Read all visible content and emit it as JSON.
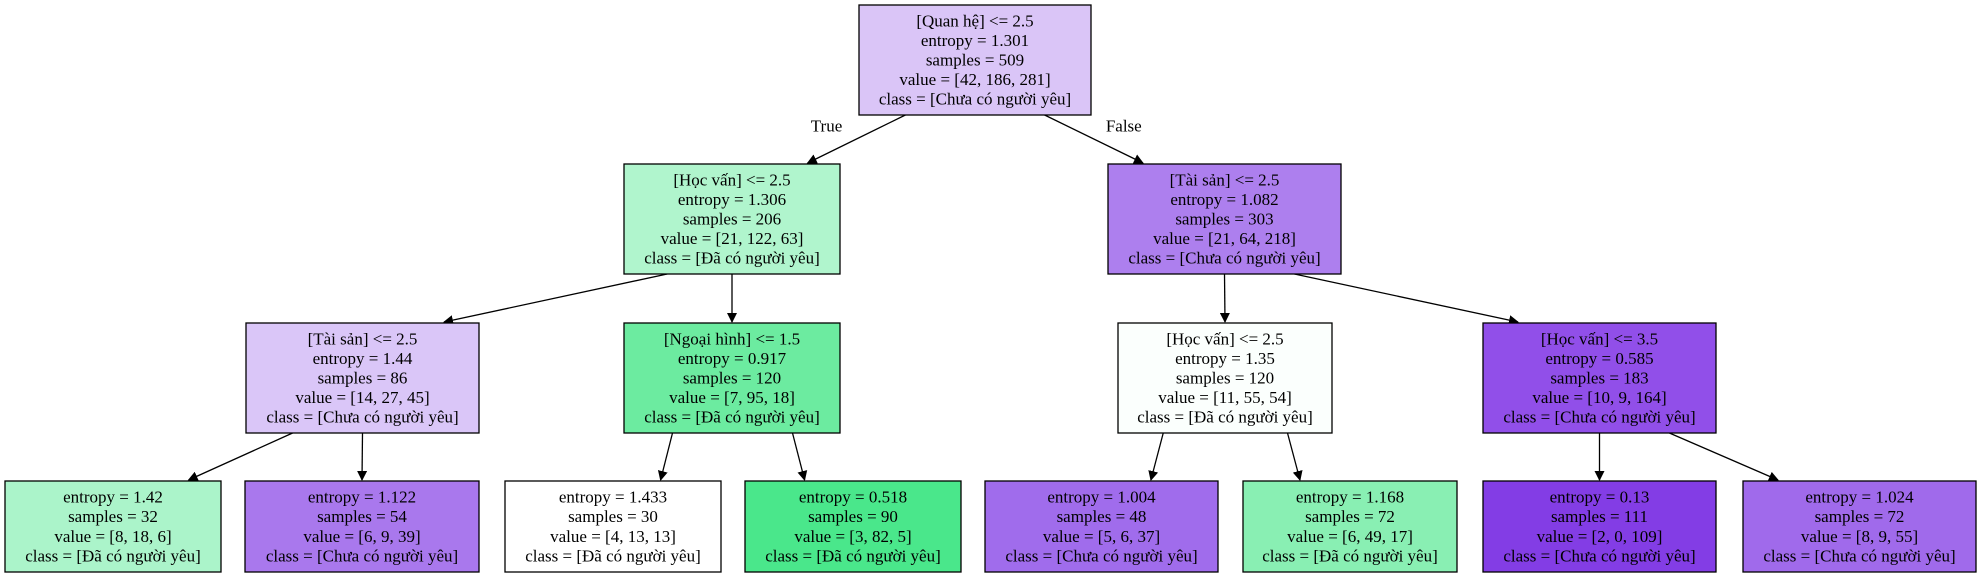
{
  "colors": {
    "orange_class": "#ffffff",
    "green_class": "#39e581",
    "purple_class": "#8139e5",
    "stroke": "#000000",
    "edge": "#000000"
  },
  "tree": {
    "nodes": [
      {
        "id": 0,
        "lines": [
          "[Quan hệ] <= 2.5",
          "entropy = 1.301",
          "samples = 509",
          "value = [42, 186, 281]",
          "class = [Chưa có người yêu]"
        ],
        "fill": "#dac5f7"
      },
      {
        "id": 1,
        "lines": [
          "[Học vấn] <= 2.5",
          "entropy = 1.306",
          "samples = 206",
          "value = [21, 122, 63]",
          "class = [Đã có người yêu]"
        ],
        "fill": "#b0f5cd"
      },
      {
        "id": 2,
        "lines": [
          "[Tài sản] <= 2.5",
          "entropy = 1.082",
          "samples = 303",
          "value = [21, 64, 218]",
          "class = [Chưa có người yêu]"
        ],
        "fill": "#ad7fee"
      },
      {
        "id": 3,
        "lines": [
          "[Tài sản] <= 2.5",
          "entropy = 1.44",
          "samples = 86",
          "value = [14, 27, 45]",
          "class = [Chưa có người yêu]"
        ],
        "fill": "#dac6f8"
      },
      {
        "id": 4,
        "lines": [
          "[Ngoại hình] <= 1.5",
          "entropy = 0.917",
          "samples = 120",
          "value = [7, 95, 18]",
          "class = [Đã có người yêu]"
        ],
        "fill": "#6ceba0"
      },
      {
        "id": 5,
        "lines": [
          "[Học vấn] <= 2.5",
          "entropy = 1.35",
          "samples = 120",
          "value = [11, 55, 54]",
          "class = [Đã có người yêu]"
        ],
        "fill": "#fbfffd"
      },
      {
        "id": 6,
        "lines": [
          "[Học vấn] <= 3.5",
          "entropy = 0.585",
          "samples = 183",
          "value = [10, 9, 164]",
          "class = [Chưa có người yêu]"
        ],
        "fill": "#914fe9"
      },
      {
        "id": 7,
        "lines": [
          "entropy = 1.42",
          "samples = 32",
          "value = [8, 18, 6]",
          "class = [Đã có người yêu]"
        ],
        "fill": "#abf4ca"
      },
      {
        "id": 8,
        "lines": [
          "entropy = 1.122",
          "samples = 54",
          "value = [6, 9, 39]",
          "class = [Chưa có người yêu]"
        ],
        "fill": "#a978ed"
      },
      {
        "id": 9,
        "lines": [
          "entropy = 1.433",
          "samples = 30",
          "value = [4, 13, 13]",
          "class = [Đã có người yêu]"
        ],
        "fill": "#ffffff"
      },
      {
        "id": 10,
        "lines": [
          "entropy = 0.518",
          "samples = 90",
          "value = [3, 82, 5]",
          "class = [Đã có người yêu]"
        ],
        "fill": "#4ae78b"
      },
      {
        "id": 11,
        "lines": [
          "entropy = 1.004",
          "samples = 48",
          "value = [5, 6, 37]",
          "class = [Chưa có người yêu]"
        ],
        "fill": "#a06cec"
      },
      {
        "id": 12,
        "lines": [
          "entropy = 1.168",
          "samples = 72",
          "value = [6, 49, 17]",
          "class = [Đã có người yêu]"
        ],
        "fill": "#89efb3"
      },
      {
        "id": 13,
        "lines": [
          "entropy = 0.13",
          "samples = 111",
          "value = [2, 0, 109]",
          "class = [Chưa có người yêu]"
        ],
        "fill": "#833de5"
      },
      {
        "id": 14,
        "lines": [
          "entropy = 1.024",
          "samples = 72",
          "value = [8, 9, 55]",
          "class = [Chưa có người yêu]"
        ],
        "fill": "#a06aeb"
      }
    ],
    "edges": [
      {
        "from": 0,
        "to": 1,
        "label": "True"
      },
      {
        "from": 0,
        "to": 2,
        "label": "False"
      },
      {
        "from": 1,
        "to": 3,
        "label": ""
      },
      {
        "from": 1,
        "to": 4,
        "label": ""
      },
      {
        "from": 2,
        "to": 5,
        "label": ""
      },
      {
        "from": 2,
        "to": 6,
        "label": ""
      },
      {
        "from": 3,
        "to": 7,
        "label": ""
      },
      {
        "from": 3,
        "to": 8,
        "label": ""
      },
      {
        "from": 4,
        "to": 9,
        "label": ""
      },
      {
        "from": 4,
        "to": 10,
        "label": ""
      },
      {
        "from": 5,
        "to": 11,
        "label": ""
      },
      {
        "from": 5,
        "to": 12,
        "label": ""
      },
      {
        "from": 6,
        "to": 13,
        "label": ""
      },
      {
        "from": 6,
        "to": 14,
        "label": ""
      }
    ]
  }
}
